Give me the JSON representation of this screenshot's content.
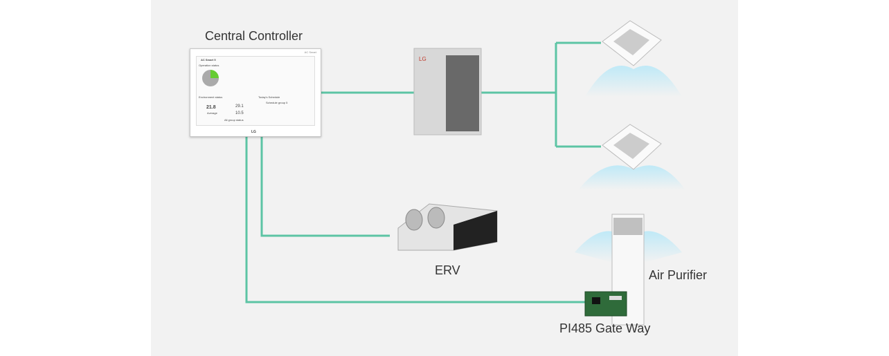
{
  "labels": {
    "controller": "Central Controller",
    "erv": "ERV",
    "air_purifier": "Air Purifier",
    "gateway": "PI485 Gate Way"
  },
  "screen": {
    "brand": "AC Smart",
    "title": "AC Smart 5",
    "operation": "Operation status",
    "env": "Environment status",
    "avg": "21.8",
    "avg_label": "Average",
    "max": "29.1",
    "min": "10.5",
    "schedule": "Today's Schedule",
    "schedule_item": "Schedule group 5",
    "all_group": "All group status",
    "logo": "LG"
  },
  "colors": {
    "line": "#5cc4a4",
    "panel": "#f2f2f2"
  }
}
